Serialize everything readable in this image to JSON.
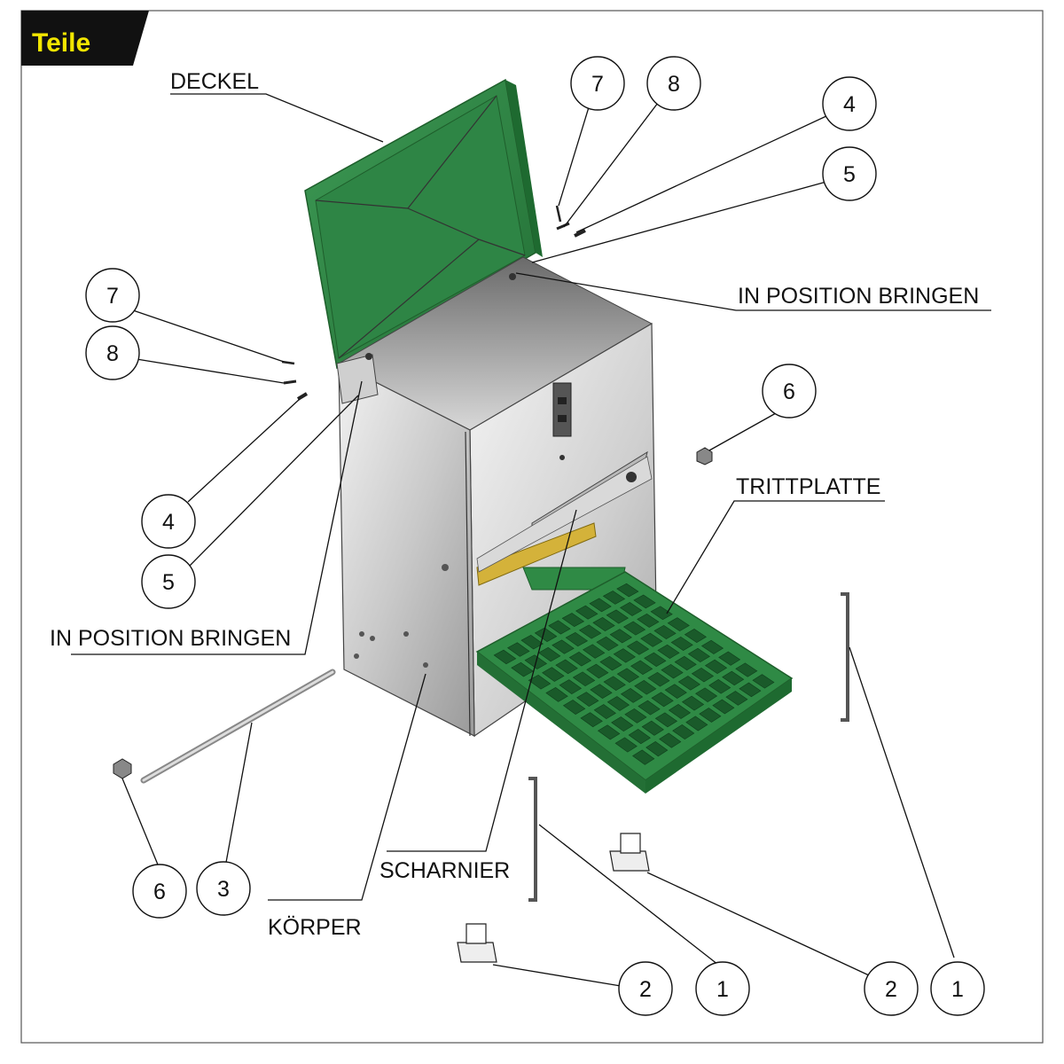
{
  "header": {
    "title": "Teile"
  },
  "labels": {
    "deckel": "DECKEL",
    "in_position_right": "IN POSITION BRINGEN",
    "in_position_left": "IN POSITION BRINGEN",
    "trittplatte": "TRITTPLATTE",
    "scharnier": "SCHARNIER",
    "koerper": "KÖRPER"
  },
  "callouts": {
    "c7_top": "7",
    "c8_top": "8",
    "c4_top": "4",
    "c5_top": "5",
    "c7_left": "7",
    "c8_left": "8",
    "c4_left": "4",
    "c5_left": "5",
    "c6_right": "6",
    "c6_left": "6",
    "c3": "3",
    "c2_bottom": "2",
    "c1_bottom": "1",
    "c2_right": "2",
    "c1_right": "1"
  },
  "colors": {
    "green": "#2f8a45",
    "green_dark": "#1e6a30",
    "metal_light": "#e6e6e6",
    "metal_dark": "#8a8a8a",
    "title_bg": "#111111",
    "title_fg": "#f2e600"
  }
}
